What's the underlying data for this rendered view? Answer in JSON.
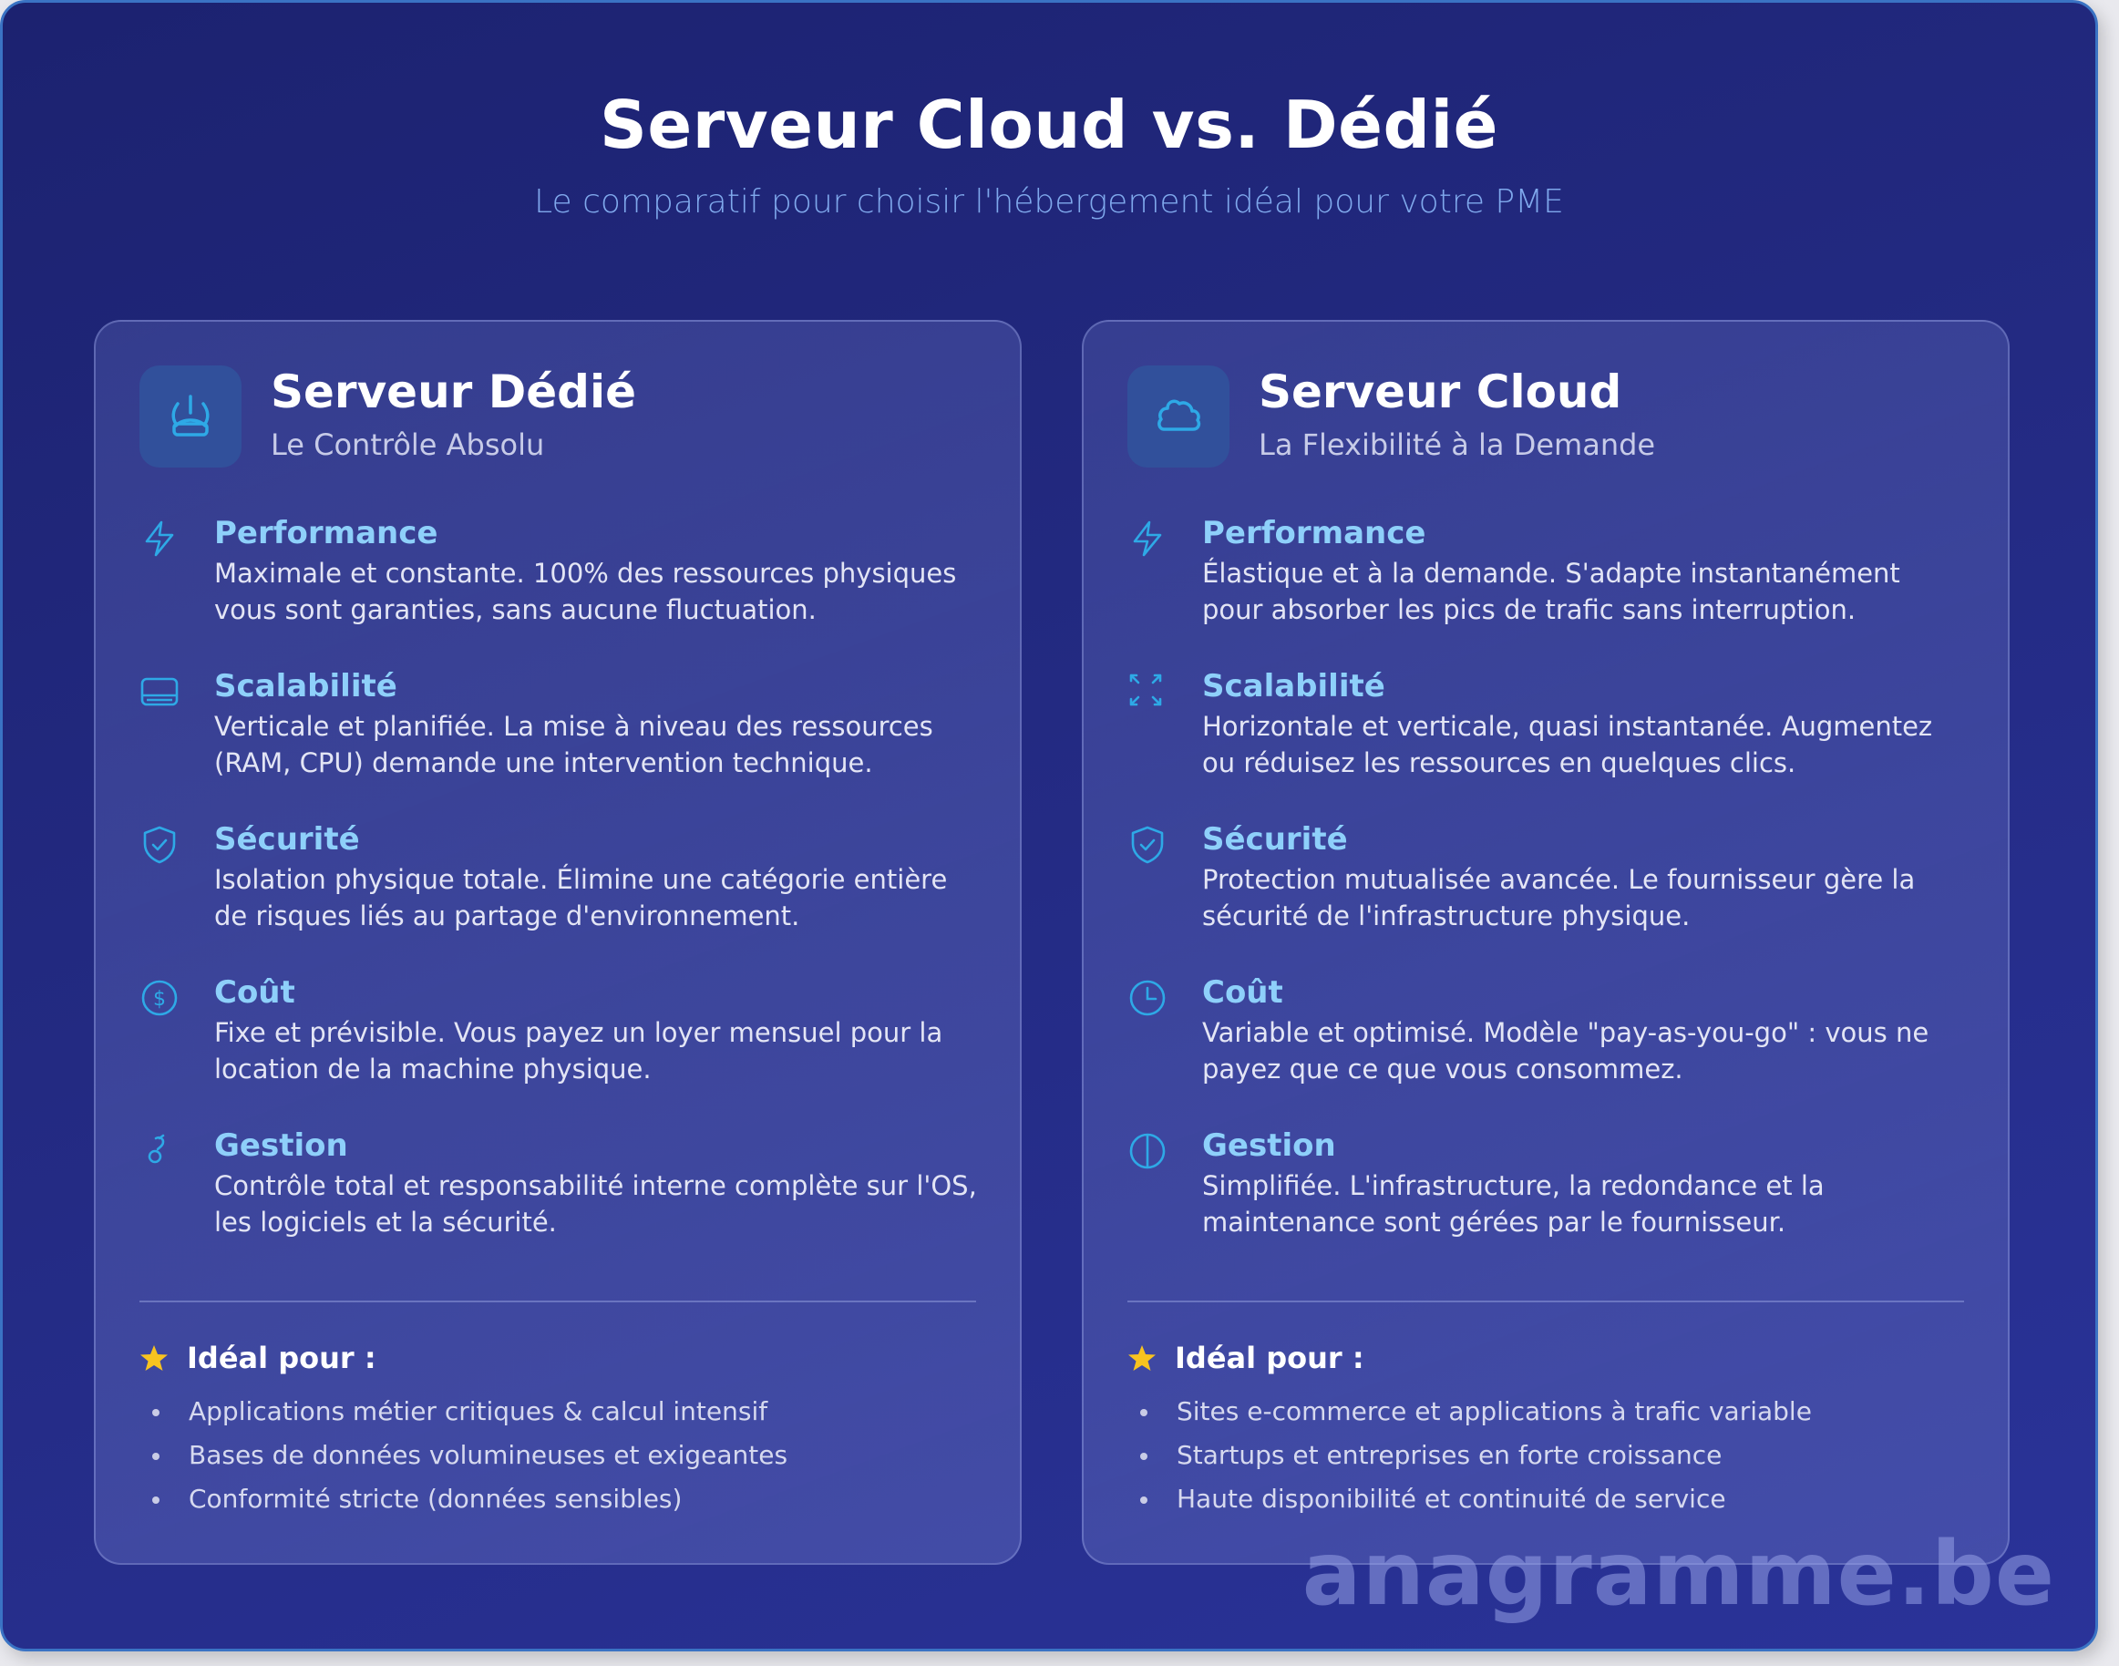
{
  "header": {
    "title": "Serveur Cloud vs. Dédié",
    "subtitle": "Le comparatif pour choisir l'hébergement idéal pour votre PME"
  },
  "colors": {
    "background": "#1f2679",
    "accent_icon": "#2ea9e6",
    "feature_title": "#8ed0fa",
    "star": "#f8c31f",
    "frame_border": "#3a73c4"
  },
  "cards": [
    {
      "icon": "server-power-icon",
      "title": "Serveur Dédié",
      "subtitle": "Le Contrôle Absolu",
      "features": [
        {
          "icon": "lightning-icon",
          "name": "Performance",
          "desc": "Maximale et constante. 100% des ressources physiques vous sont garanties, sans aucune fluctuation."
        },
        {
          "icon": "hard-drive-icon",
          "name": "Scalabilité",
          "desc": "Verticale et planifiée. La mise à niveau des ressources (RAM, CPU) demande une intervention technique."
        },
        {
          "icon": "shield-check-icon",
          "name": "Sécurité",
          "desc": "Isolation physique totale. Élimine une catégorie entière de risques liés au partage d'environnement."
        },
        {
          "icon": "dollar-circle-icon",
          "name": "Coût",
          "desc": "Fixe et prévisible. Vous payez un loyer mensuel pour la location de la machine physique."
        },
        {
          "icon": "wrench-icon",
          "name": "Gestion",
          "desc": "Contrôle total et responsabilité interne complète sur l'OS, les logiciels et la sécurité."
        }
      ],
      "ideal_title": "Idéal pour :",
      "ideal_items": [
        "Applications métier critiques & calcul intensif",
        "Bases de données volumineuses et exigeantes",
        "Conformité stricte (données sensibles)"
      ]
    },
    {
      "icon": "cloud-icon",
      "title": "Serveur Cloud",
      "subtitle": "La Flexibilité à la Demande",
      "features": [
        {
          "icon": "lightning-icon",
          "name": "Performance",
          "desc": "Élastique et à la demande. S'adapte instantanément pour absorber les pics de trafic sans interruption."
        },
        {
          "icon": "expand-arrows-icon",
          "name": "Scalabilité",
          "desc": "Horizontale et verticale, quasi instantanée. Augmentez ou réduisez les ressources en quelques clics."
        },
        {
          "icon": "shield-check-icon",
          "name": "Sécurité",
          "desc": "Protection mutualisée avancée. Le fournisseur gère la sécurité de l'infrastructure physique."
        },
        {
          "icon": "clock-icon",
          "name": "Coût",
          "desc": "Variable et optimisé. Modèle \"pay-as-you-go\" : vous ne payez que ce que vous consommez."
        },
        {
          "icon": "half-circle-icon",
          "name": "Gestion",
          "desc": "Simplifiée. L'infrastructure, la redondance et la maintenance sont gérées par le fournisseur."
        }
      ],
      "ideal_title": "Idéal pour :",
      "ideal_items": [
        "Sites e-commerce et applications à trafic variable",
        "Startups et entreprises en forte croissance",
        "Haute disponibilité et continuité de service"
      ]
    }
  ],
  "watermark": "anagramme.be"
}
